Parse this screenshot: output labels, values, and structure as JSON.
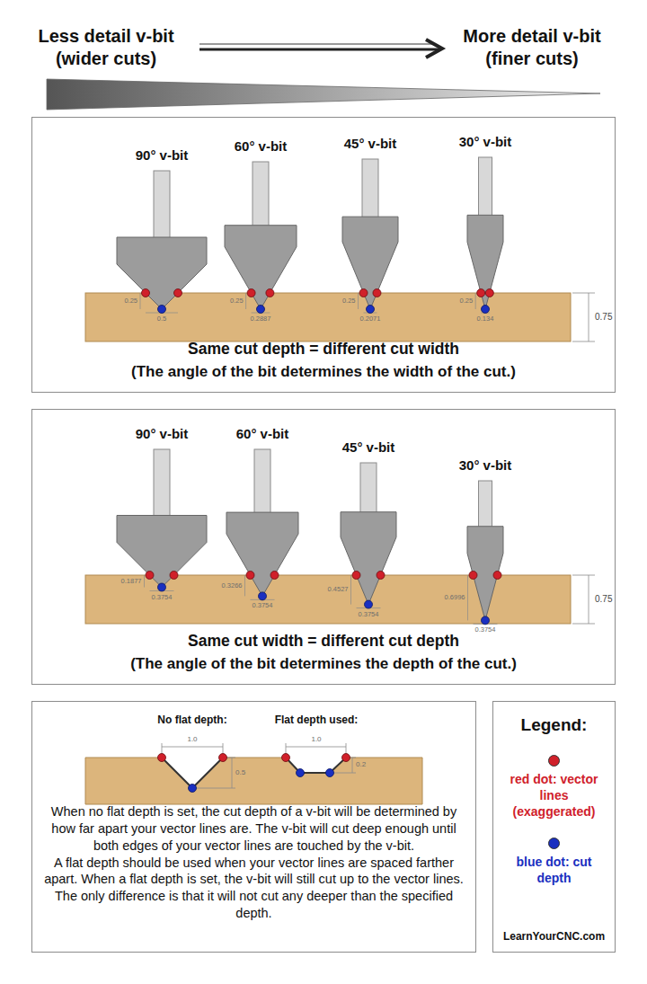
{
  "diagram": {
    "nodes": [
      {
        "text": [
          "Same cut depth = different cut width",
          "(The angle of the bit determines the width of the cut.)"
        ]
      },
      {
        "text": [
          "Same cut width = different cut depth",
          "(The angle of the bit determines the depth of the cut.)"
        ]
      },
      {
        "text": [
          "When no flat depth is set, the cut depth of a v-bit will be determined by how far apart your vector lines are. The v-bit will cut deep enough until both edges of your vector lines are touched by the v-bit.",
          "A flat depth should be used when your vector lines are spaced farther apart. When a flat depth is set, the v-bit will still cut up to the vector lines. The only difference is that it will not cut any deeper than the specified depth."
        ]
      },
      {
        "text": [
          "Legend:",
          "LearnYourCNC.com"
        ]
      }
    ],
    "labels": [
      "Less detail v-bit (wider cuts)",
      "More detail v-bit (finer cuts)",
      "90° v-bit",
      "60° v-bit",
      "45° v-bit",
      "30° v-bit",
      "0.25",
      "0.5",
      "0.25",
      "0.2887",
      "0.25",
      "0.2071",
      "0.25",
      "0.134",
      "0.75",
      "90° v-bit",
      "60° v-bit",
      "45° v-bit",
      "30° v-bit",
      "0.1877",
      "0.3754",
      "0.3266",
      "0.3754",
      "0.4527",
      "0.3754",
      "0.6996",
      "0.3754",
      "0.75",
      "No flat depth:",
      "Flat depth used:",
      "1.0",
      "0.5",
      "1.0",
      "0.2"
    ],
    "legend": [
      {
        "text": "red dot: vector lines (exaggerated)",
        "color": "#d0202a"
      },
      {
        "text": "blue dot: cut depth",
        "color": "#1a2fc0"
      }
    ]
  }
}
